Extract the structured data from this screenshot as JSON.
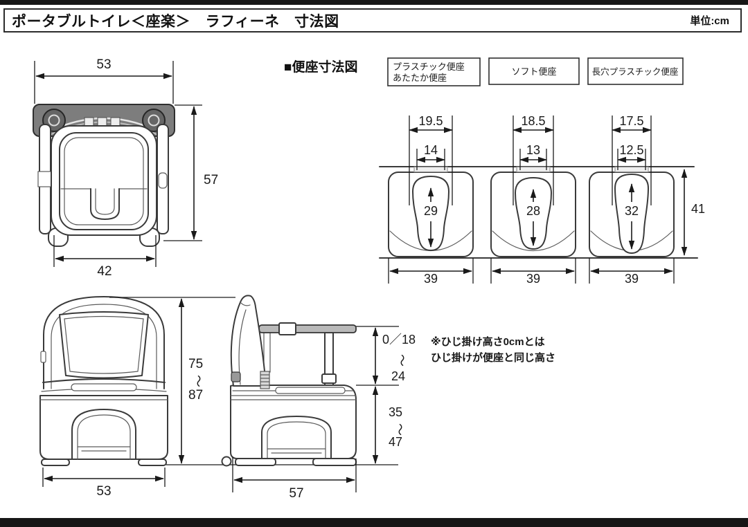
{
  "header": {
    "title": "ポータブルトイレ＜座楽＞　ラフィーネ　寸法図",
    "unit_label": "単位:cm"
  },
  "seat_section": {
    "heading": "■便座寸法図",
    "seat_types": [
      {
        "line1": "プラスチック便座",
        "line2": "あたたか便座"
      },
      {
        "line1": "ソフト便座",
        "line2": ""
      },
      {
        "line1": "長穴プラスチック便座",
        "line2": ""
      }
    ],
    "seats": [
      {
        "lid_outer_width": "19.5",
        "lid_inner_width": "14",
        "hole_length": "29",
        "seat_width": "39"
      },
      {
        "lid_outer_width": "18.5",
        "lid_inner_width": "13",
        "hole_length": "28",
        "seat_width": "39"
      },
      {
        "lid_outer_width": "17.5",
        "lid_inner_width": "12.5",
        "hole_length": "32",
        "seat_width": "39"
      }
    ],
    "overall_depth": "41"
  },
  "top_view": {
    "overall_width": "53",
    "overall_depth": "57",
    "inner_width": "42"
  },
  "front_view": {
    "height_min": "75",
    "height_wave": "～",
    "height_max": "87",
    "width": "53"
  },
  "side_view": {
    "armrest_height_min": "0／18",
    "armrest_wave": "～",
    "armrest_height_max": "24",
    "seat_height_min": "35",
    "seat_height_wave": "～",
    "seat_height_max": "47",
    "depth": "57"
  },
  "note": {
    "line1": "※ひじ掛け高さ0cmとは",
    "line2": "ひじ掛けが便座と同じ高さ"
  },
  "colors": {
    "line_drawing": "#3a3a3a",
    "dimension": "#1a1a1a",
    "frame_bar": "#161616",
    "background": "#ffffff"
  }
}
